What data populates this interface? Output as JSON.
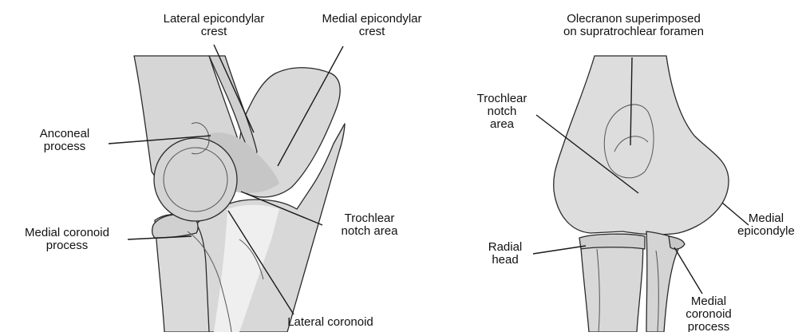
{
  "left_view": {
    "labels": {
      "lateral_epicondylar_crest": "Lateral epicondylar\ncrest",
      "medial_epicondylar_crest": "Medial epicondylar\ncrest",
      "anconeal_process": "Anconeal\nprocess",
      "medial_coronoid_process": "Medial coronoid\nprocess",
      "trochlear_notch_area": "Trochlear\nnotch area",
      "lateral_coronoid": "Lateral coronoid"
    }
  },
  "right_view": {
    "labels": {
      "olecranon_superimposed": "Olecranon superimposed\non supratrochlear foramen",
      "trochlear_notch_area": "Trochlear\nnotch\narea",
      "medial_epicondyle": "Medial\nepicondyle",
      "radial_head": "Radial\nhead",
      "medial_coronoid_process": "Medial\ncoronoid\nprocess"
    }
  },
  "colors": {
    "bone_fill": "#dcdcdc",
    "bone_shade": "#c8c8c8",
    "bone_light": "#ececec",
    "outline": "#2a2a2a"
  }
}
